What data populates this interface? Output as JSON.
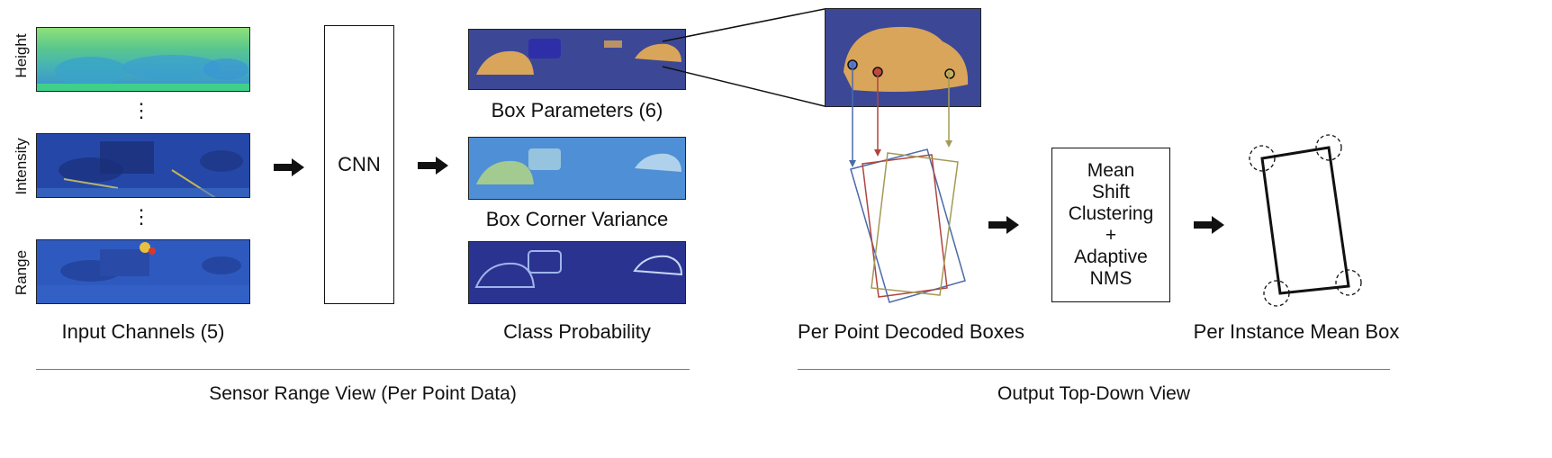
{
  "channels": {
    "height_label": "Height",
    "intensity_label": "Intensity",
    "range_label": "Range",
    "caption": "Input Channels (5)",
    "ellipsis": "⋮"
  },
  "cnn": {
    "label": "CNN"
  },
  "outputs": {
    "box_params_caption": "Box Parameters (6)",
    "box_variance_caption": "Box Corner Variance",
    "class_prob_caption": "Class Probability"
  },
  "topdown": {
    "decoded_caption": "Per Point Decoded Boxes",
    "mean_box_caption": "Per Instance Mean Box",
    "process_lines": [
      "Mean",
      "Shift",
      "Clustering",
      "+",
      "Adaptive",
      "NMS"
    ]
  },
  "sections": {
    "left": "Sensor Range View (Per Point Data)",
    "right": "Output Top-Down View"
  },
  "colors": {
    "height_top": "#5cc98a",
    "height_bottom": "#3aa0c0",
    "intensity_bg": "#2a4fae",
    "range_bg": "#2d55b8",
    "box_params_bg": "#3c4895",
    "variance_bg": "#4f8fd6",
    "class_bg": "#2b3391",
    "car_orange": "#d9a55a",
    "box_blue": "#4a6aaa",
    "box_red": "#b0453e",
    "box_olive": "#a39a55"
  }
}
